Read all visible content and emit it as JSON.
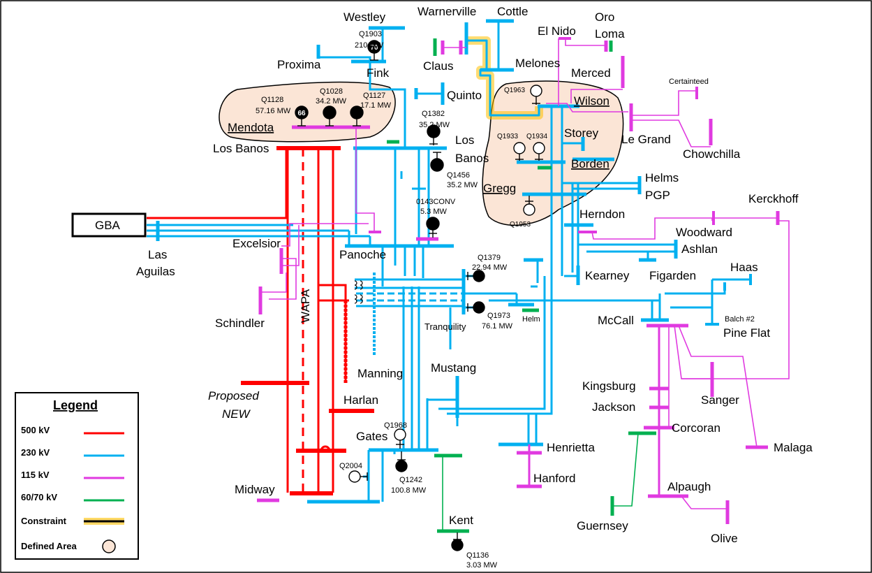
{
  "colors": {
    "kv500": "#ff0000",
    "kv230": "#00b0f0",
    "kv115": "#e03ae0",
    "kv60": "#00b050",
    "constraint": "#ffc000",
    "area": "#fbe5d6"
  },
  "labels": {
    "westley": "Westley",
    "warnerville": "Warnerville",
    "cottle": "Cottle",
    "oro": "Oro",
    "loma": "Loma",
    "el_nido": "El Nido",
    "proxima": "Proxima",
    "fink": "Fink",
    "claus": "Claus",
    "melones": "Melones",
    "merced": "Merced",
    "certainteed": "Certainteed",
    "quinto": "Quinto",
    "wilson": "Wilson",
    "mendota": "Mendota",
    "storey": "Storey",
    "le_grand": "Le Grand",
    "chowchilla": "Chowchilla",
    "los_banos": "Los Banos",
    "los_banos2_a": "Los",
    "los_banos2_b": "Banos",
    "borden": "Borden",
    "helms_a": "Helms",
    "helms_b": "PGP",
    "gregg": "Gregg",
    "kerckhoff": "Kerckhoff",
    "gba": "GBA",
    "herndon": "Herndon",
    "woodward": "Woodward",
    "excelsior": "Excelsior",
    "las": "Las",
    "aguilas": "Aguilas",
    "panoche": "Panoche",
    "ashlan": "Ashlan",
    "kearney": "Kearney",
    "figarden": "Figarden",
    "haas": "Haas",
    "schindler": "Schindler",
    "wapa": "WAPA",
    "helm": "Helm",
    "tranquility": "Tranquility",
    "mccall": "McCall",
    "balch": "Balch #2",
    "pine_flat": "Pine Flat",
    "manning": "Manning",
    "mustang": "Mustang",
    "kingsburg": "Kingsburg",
    "proposed": "Proposed",
    "new": "NEW",
    "harlan": "Harlan",
    "jackson": "Jackson",
    "sanger": "Sanger",
    "corcoran": "Corcoran",
    "gates": "Gates",
    "malaga": "Malaga",
    "henrietta": "Henrietta",
    "hanford": "Hanford",
    "alpaugh": "Alpaugh",
    "midway": "Midway",
    "kent": "Kent",
    "guernsey": "Guernsey",
    "olive": "Olive"
  },
  "queue": {
    "q1903": "Q1903",
    "q1903_mw": "210 MW",
    "q1903_badge": "70",
    "q1128": "Q1128",
    "q1128_mw": "57.16 MW",
    "q1128_badge": "66",
    "q1028": "Q1028",
    "q1028_mw": "34.2 MW",
    "q1127": "Q1127",
    "q1127_mw": "17.1 MW",
    "q1963": "Q1963",
    "q1382": "Q1382",
    "q1382_mw": "35.2 MW",
    "q1933": "Q1933",
    "q1934": "Q1934",
    "q1456": "Q1456",
    "q1456_mw": "35.2 MW",
    "q1953": "Q1953",
    "q0143": "0143CONV",
    "q0143_mw": "5.3 MW",
    "q1379": "Q1379",
    "q1379_mw": "22.94 MW",
    "q1973": "Q1973",
    "q1973_mw": "76.1 MW",
    "q1968": "Q1968",
    "q2004": "Q2004",
    "q1242": "Q1242",
    "q1242_mw": "100.8 MW",
    "q1136": "Q1136",
    "q1136_mw": "3.03 MW"
  },
  "legend": {
    "title": "Legend",
    "kv500": "500 kV",
    "kv230": "230 kV",
    "kv115": "115 kV",
    "kv60": "60/70 kV",
    "constraint": "Constraint",
    "area": "Defined Area"
  }
}
